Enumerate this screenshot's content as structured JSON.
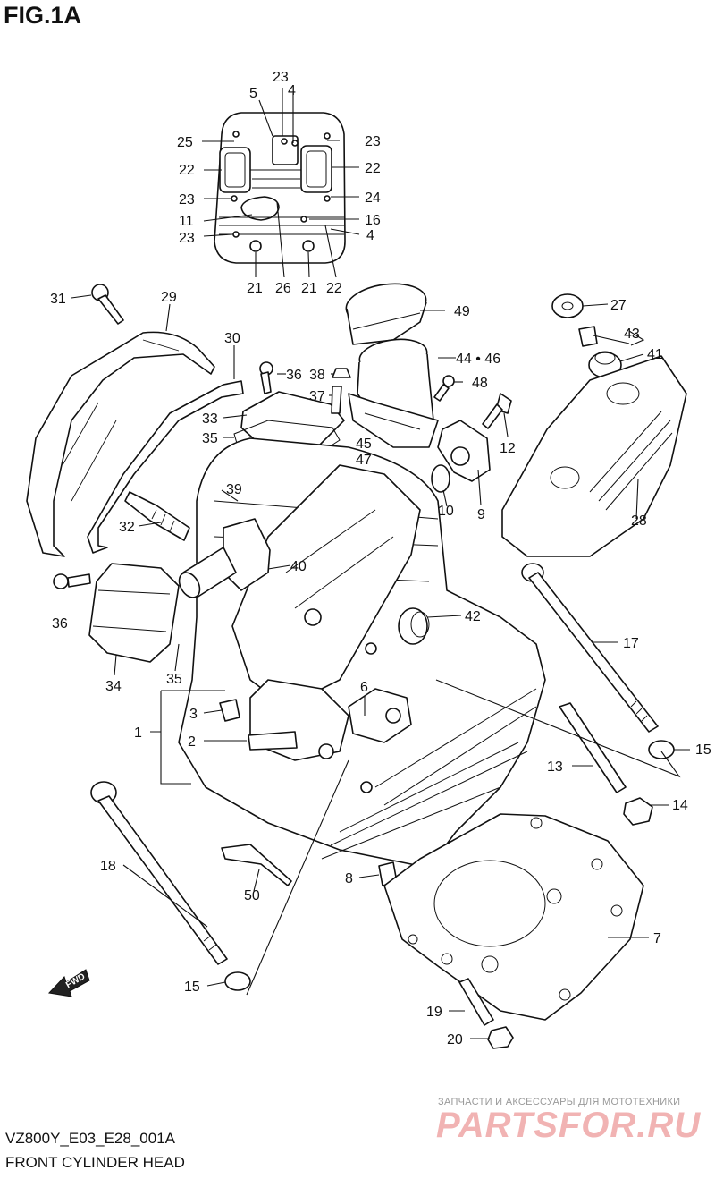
{
  "figure": {
    "title": "FIG.1A",
    "model_code": "VZ800Y_E03_E28_001A",
    "caption": "FRONT CYLINDER HEAD"
  },
  "watermark": {
    "tagline": "ЗАПЧАСТИ И АКСЕССУАРЫ ДЛЯ МОТОТЕХНИКИ",
    "brand": "PARTSFOR.RU"
  },
  "arrow": {
    "label": "FWD"
  },
  "callouts": {
    "c1": "1",
    "c2": "2",
    "c3": "3",
    "c4a": "4",
    "c4b": "4",
    "c5": "5",
    "c6": "6",
    "c7": "7",
    "c8": "8",
    "c9": "9",
    "c10": "10",
    "c11": "11",
    "c12": "12",
    "c13": "13",
    "c14": "14",
    "c15a": "15",
    "c15b": "15",
    "c16": "16",
    "c17": "17",
    "c18": "18",
    "c19": "19",
    "c20": "20",
    "c21a": "21",
    "c21b": "21",
    "c22a": "22",
    "c22b": "22",
    "c22c": "22",
    "c23a": "23",
    "c23b": "23",
    "c23c": "23",
    "c23d": "23",
    "c24": "24",
    "c25": "25",
    "c26": "26",
    "c27": "27",
    "c28": "28",
    "c29": "29",
    "c30": "30",
    "c31": "31",
    "c32": "32",
    "c33": "33",
    "c34": "34",
    "c35a": "35",
    "c35b": "35",
    "c36a": "36",
    "c36b": "36",
    "c37": "37",
    "c38": "38",
    "c39": "39",
    "c40": "40",
    "c41": "41",
    "c42": "42",
    "c43": "43",
    "c44_46": "44 • 46",
    "c45": "45",
    "c47": "47",
    "c48": "48",
    "c49": "49",
    "c50": "50"
  }
}
